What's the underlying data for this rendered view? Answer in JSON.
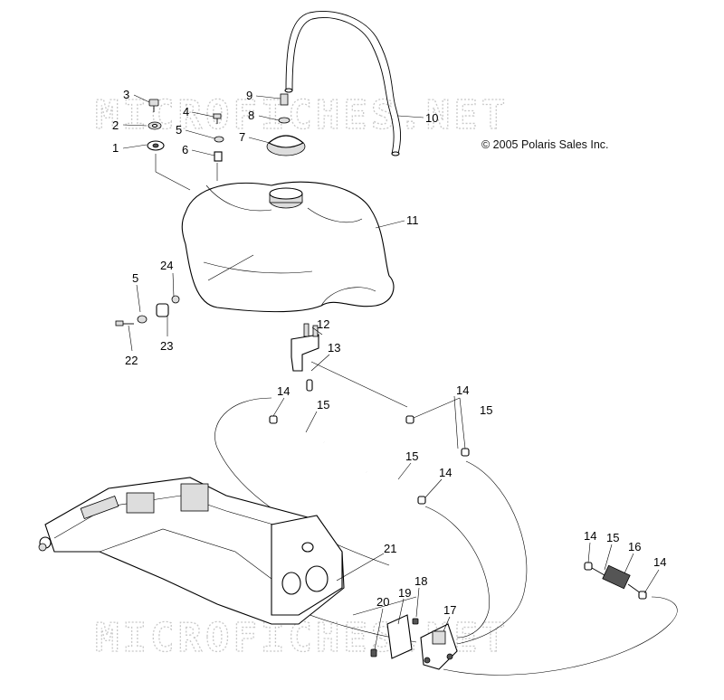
{
  "diagram": {
    "copyright": "© 2005 Polaris Sales Inc.",
    "watermark": "MICROFICHES.NET",
    "callouts": {
      "c1": "1",
      "c2": "2",
      "c3": "3",
      "c4": "4",
      "c5": "5",
      "c5b": "5",
      "c6": "6",
      "c7": "7",
      "c8": "8",
      "c9": "9",
      "c10": "10",
      "c11": "11",
      "c12": "12",
      "c13": "13",
      "c14a": "14",
      "c14b": "14",
      "c14c": "14",
      "c14d": "14",
      "c14e": "14",
      "c15a": "15",
      "c15b": "15",
      "c15c": "15",
      "c15d": "15",
      "c16": "16",
      "c17": "17",
      "c18": "18",
      "c19": "19",
      "c20": "20",
      "c21": "21",
      "c22": "22",
      "c23": "23",
      "c24": "24"
    }
  }
}
